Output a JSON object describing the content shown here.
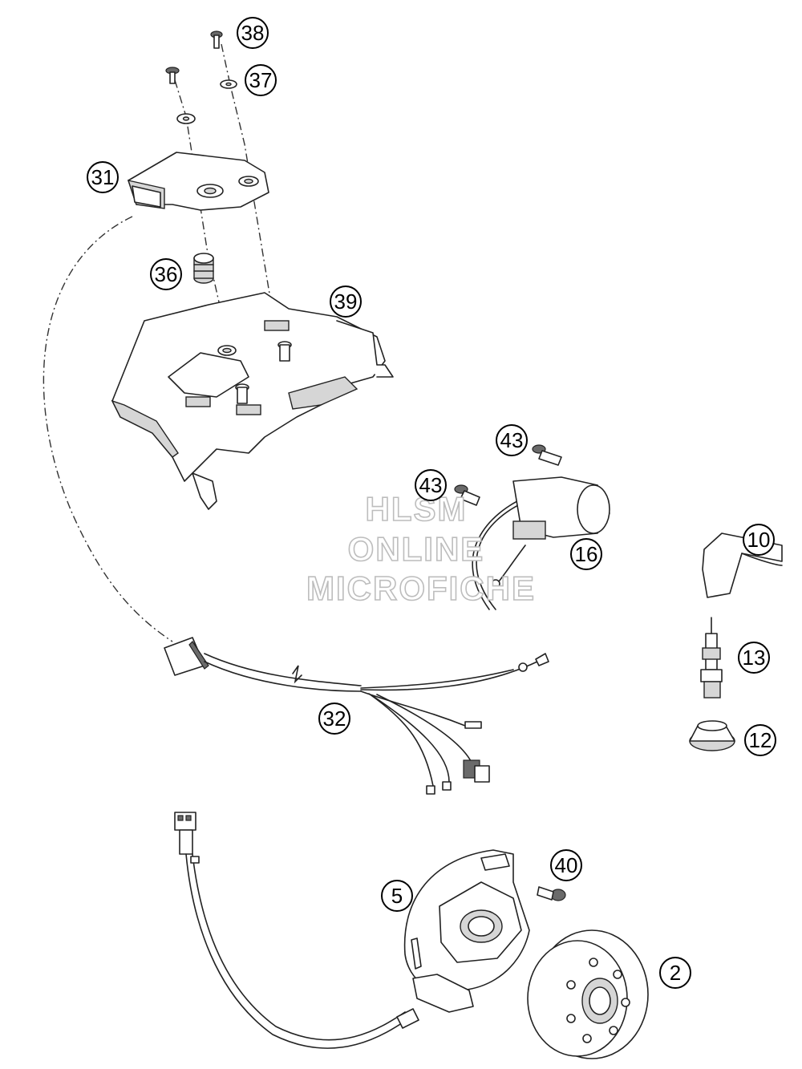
{
  "watermark": {
    "line1": "HLSM",
    "line2": "ONLINE",
    "line3": "MICROFICHE"
  },
  "callouts": [
    {
      "id": "c38",
      "label": "38"
    },
    {
      "id": "c37",
      "label": "37"
    },
    {
      "id": "c31",
      "label": "31"
    },
    {
      "id": "c36",
      "label": "36"
    },
    {
      "id": "c39",
      "label": "39"
    },
    {
      "id": "c43a",
      "label": "43"
    },
    {
      "id": "c43b",
      "label": "43"
    },
    {
      "id": "c16",
      "label": "16"
    },
    {
      "id": "c10",
      "label": "10"
    },
    {
      "id": "c13",
      "label": "13"
    },
    {
      "id": "c12",
      "label": "12"
    },
    {
      "id": "c32",
      "label": "32"
    },
    {
      "id": "c40",
      "label": "40"
    },
    {
      "id": "c5",
      "label": "5"
    },
    {
      "id": "c2",
      "label": "2"
    }
  ]
}
